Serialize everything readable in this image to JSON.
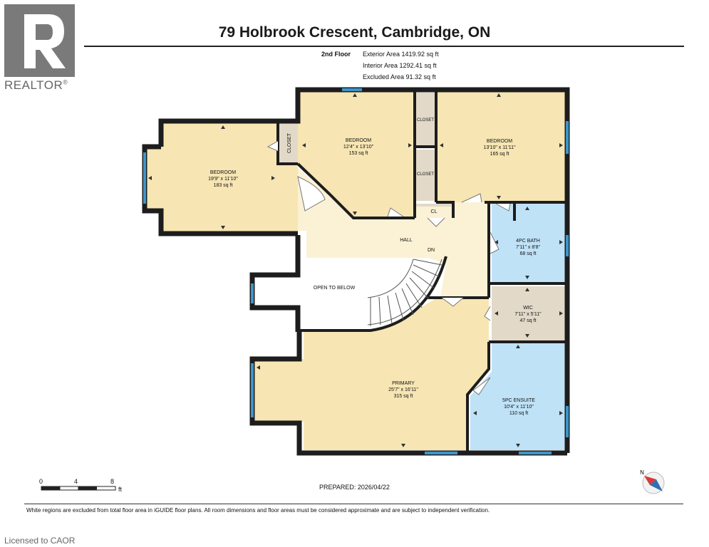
{
  "header": {
    "title": "79 Holbrook Crescent, Cambridge, ON",
    "floor": "2nd Floor",
    "exterior_area": "Exterior Area 1419.92 sq ft",
    "interior_area": "Interior Area 1292.41 sq ft",
    "excluded_area": "Excluded Area 91.32 sq ft"
  },
  "brand": {
    "logo_text": "REALTOR",
    "reg": "®"
  },
  "rooms": {
    "bedroom1": {
      "name": "BEDROOM",
      "dims": "19'9\" x 11'10\"",
      "area": "183 sq ft"
    },
    "bedroom2": {
      "name": "BEDROOM",
      "dims": "12'4\" x 13'10\"",
      "area": "153 sq ft"
    },
    "bedroom3": {
      "name": "BEDROOM",
      "dims": "13'10\" x 11'11\"",
      "area": "165 sq ft"
    },
    "bath": {
      "name": "4PC BATH",
      "dims": "7'11\" x 8'8\"",
      "area": "68 sq ft"
    },
    "wic": {
      "name": "WIC",
      "dims": "7'11\" x 5'11\"",
      "area": "47 sq ft"
    },
    "ensuite": {
      "name": "5PC ENSUITE",
      "dims": "10'4\" x 11'10\"",
      "area": "110 sq ft"
    },
    "primary": {
      "name": "PRIMARY",
      "dims": "25'7\" x 16'11\"",
      "area": "315 sq ft"
    },
    "hall": "HALL",
    "dn": "DN",
    "open_to_below": "OPEN TO BELOW",
    "closet_a": "CLOSET",
    "closet_b": "CLOSET",
    "closet_c": "CLOSET",
    "cl": "CL"
  },
  "scale": {
    "labels": [
      "0",
      "4",
      "8"
    ],
    "unit": "ft"
  },
  "compass": {
    "north": "N"
  },
  "footer": {
    "prepared": "PREPARED: 2026/04/22",
    "disclaimer": "White regions are excluded from total floor area in iGUIDE floor plans. All room dimensions and floor areas must be considered approximate and are subject to independent verification.",
    "licensed": "Licensed to CAOR"
  },
  "colors": {
    "bedroom": "#f7e6b3",
    "bath": "#bfe2f7",
    "wic": "#e2d9c9",
    "closet": "#e2d9c9",
    "hall": "#fbf1d4",
    "window": "#3d95c9",
    "wall": "#1d1d1d"
  }
}
